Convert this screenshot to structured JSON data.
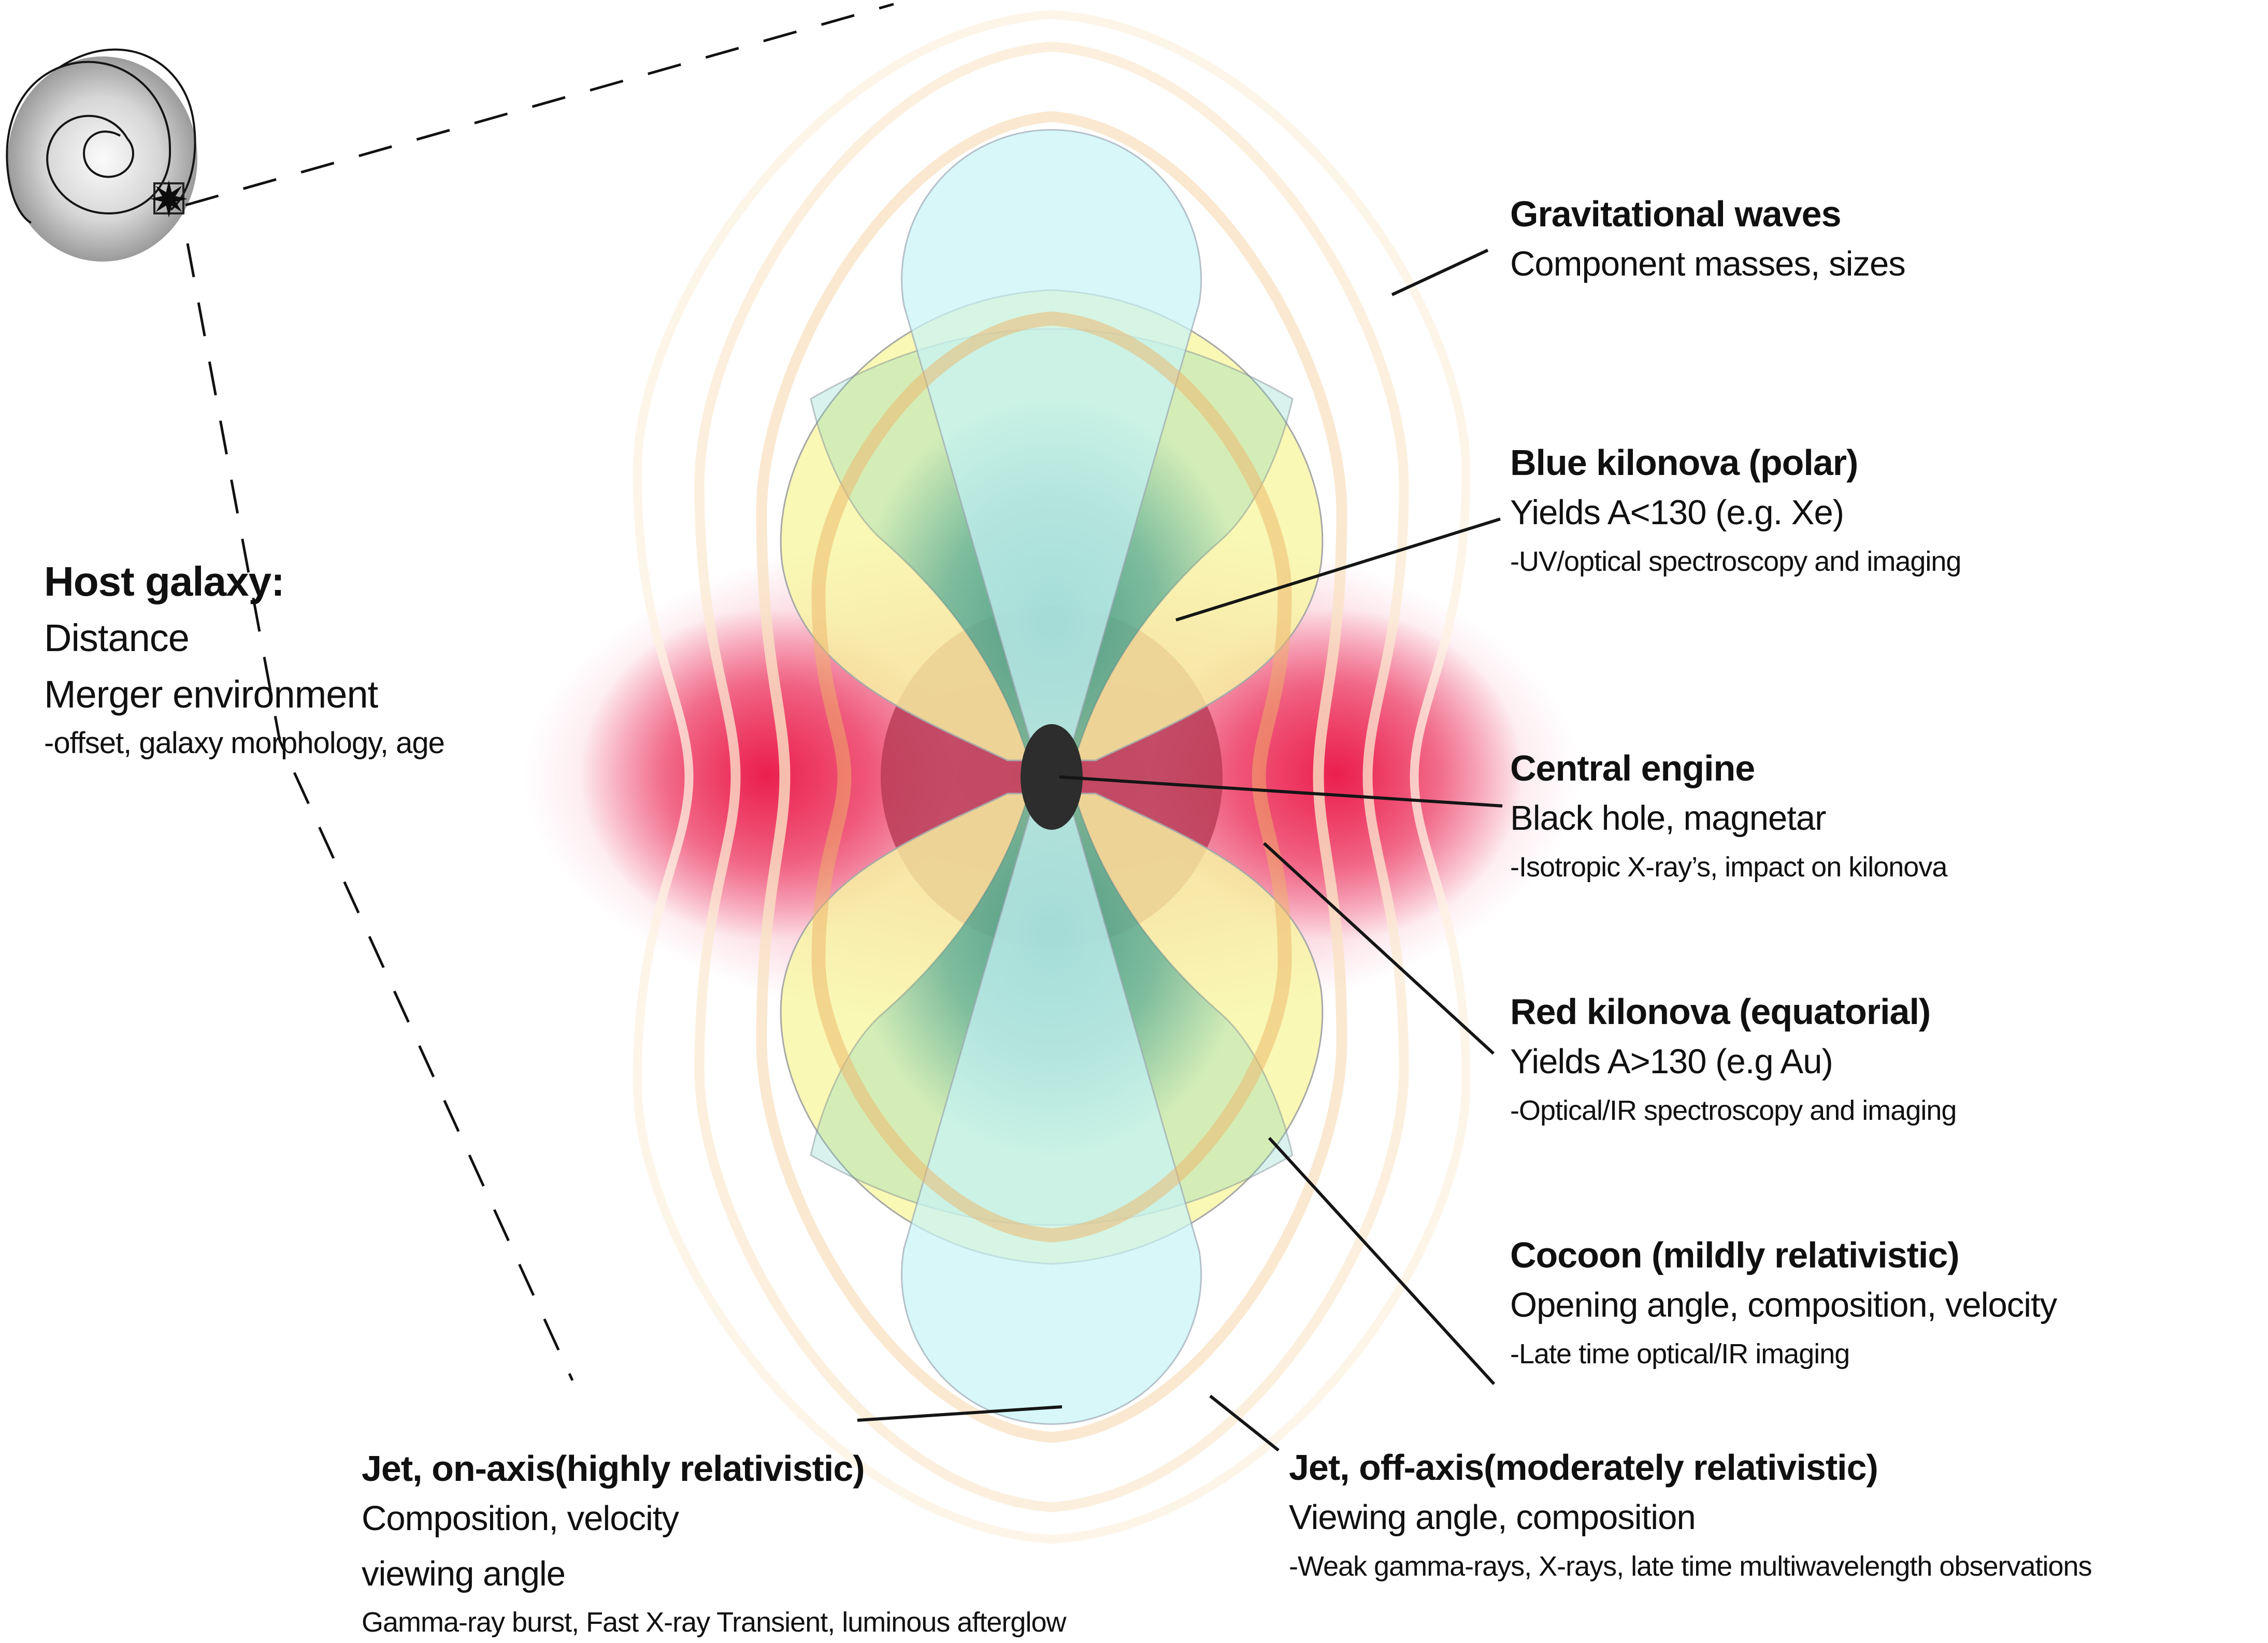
{
  "figure": {
    "subject": "kilonova-merger-schematic"
  },
  "host_galaxy": {
    "title": "Host galaxy:",
    "line1": "Distance",
    "line2": "Merger environment",
    "small": "-offset, galaxy morphology, age"
  },
  "annotations": {
    "gravitational_waves": {
      "title": "Gravitational waves",
      "line1": "Component masses, sizes"
    },
    "blue_kilonova": {
      "title": "Blue kilonova (polar)",
      "line1": "Yields A<130 (e.g. Xe)",
      "small": "-UV/optical spectroscopy and imaging"
    },
    "central_engine": {
      "title": "Central engine",
      "line1": "Black hole, magnetar",
      "small": "-Isotropic X-ray’s, impact on kilonova"
    },
    "red_kilonova": {
      "title": "Red kilonova (equatorial)",
      "line1": "Yields A>130 (e.g Au)",
      "small": "-Optical/IR spectroscopy and imaging"
    },
    "cocoon": {
      "title": "Cocoon (mildly relativistic)",
      "line1": "Opening angle, composition, velocity",
      "small": "-Late time optical/IR imaging"
    },
    "jet_off_axis": {
      "title": "Jet, off-axis(moderately relativistic)",
      "line1": "Viewing angle, composition",
      "small": "-Weak gamma-rays, X-rays, late time multiwavelength observations"
    },
    "jet_on_axis": {
      "title": "Jet, on-axis(highly relativistic)",
      "line1": "Composition, velocity",
      "line2": "viewing angle",
      "small": "Gamma-ray burst, Fast X-ray Transient, luminous afterglow"
    }
  },
  "colors": {
    "bright_red_glow": "#ea1747",
    "dark_red_disk": "#b83a55",
    "cocoon_yellow": "#f8f6a2",
    "jet_cyan": "#c7f4f6",
    "kilonova_teal": "#238b80",
    "gw_ring_pale": "#fbe9d2",
    "gw_ring_tan": "#f0c28c",
    "galaxy_gray": "#8c8c8c",
    "line_black": "#151515"
  }
}
